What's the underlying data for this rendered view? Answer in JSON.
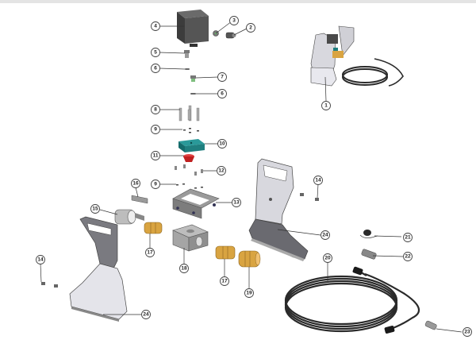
{
  "diagram": {
    "title": "Exploded parts diagram",
    "callouts": [
      {
        "id": "1",
        "part": "complete assembly"
      },
      {
        "id": "2",
        "part": "fitting"
      },
      {
        "id": "3",
        "part": "nut"
      },
      {
        "id": "4",
        "part": "housing box"
      },
      {
        "id": "5",
        "part": "plug"
      },
      {
        "id": "6",
        "part": "o-ring"
      },
      {
        "id": "7",
        "part": "plug green"
      },
      {
        "id": "8",
        "part": "screws"
      },
      {
        "id": "9",
        "part": "washers"
      },
      {
        "id": "10",
        "part": "manifold block"
      },
      {
        "id": "11",
        "part": "red seal"
      },
      {
        "id": "12",
        "part": "small screws"
      },
      {
        "id": "13",
        "part": "mounting bracket"
      },
      {
        "id": "14",
        "part": "screw"
      },
      {
        "id": "15",
        "part": "swivel clamp"
      },
      {
        "id": "16",
        "part": "clip"
      },
      {
        "id": "17",
        "part": "brass fitting"
      },
      {
        "id": "18",
        "part": "distribution block"
      },
      {
        "id": "19",
        "part": "brass fitting large"
      },
      {
        "id": "20",
        "part": "cable"
      },
      {
        "id": "21",
        "part": "cap"
      },
      {
        "id": "22",
        "part": "connector"
      },
      {
        "id": "23",
        "part": "connector end"
      },
      {
        "id": "24",
        "part": "stand plate"
      }
    ],
    "labels": {
      "c1": "1",
      "c2": "2",
      "c3": "3",
      "c4": "4",
      "c5": "5",
      "c6a": "6",
      "c6b": "6",
      "c7": "7",
      "c8": "8",
      "c9a": "9",
      "c9b": "9",
      "c10": "10",
      "c11": "11",
      "c12": "12",
      "c13": "13",
      "c14a": "14",
      "c14b": "14",
      "c15": "15",
      "c16": "16",
      "c17a": "17",
      "c17b": "17",
      "c18": "18",
      "c19": "19",
      "c20": "20",
      "c21": "21",
      "c22": "22",
      "c23": "23",
      "c24a": "24",
      "c24b": "24"
    },
    "colors": {
      "housing": "#4a4a4a",
      "manifold": "#1f7f7f",
      "seal": "#d0302a",
      "brass": "#d9a441",
      "plate": "#e6e6ec",
      "metal": "#9a9a9a",
      "cable": "#2a2a2a"
    }
  }
}
